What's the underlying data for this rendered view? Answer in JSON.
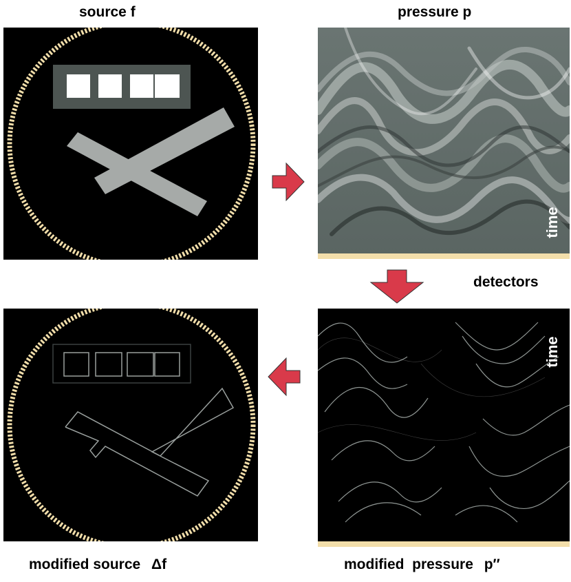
{
  "labels": {
    "source": "source f",
    "pressure": "pressure p",
    "detectors": "detectors",
    "time_top": "time",
    "time_bottom": "time",
    "modified_source": "modified source",
    "delta_f": "Δf",
    "modified_pressure": "modified  pressure",
    "p_double_prime": "p′′"
  },
  "colors": {
    "arrow": "#d93a4a",
    "detector_ring": "#f2deaa",
    "phantom_gray": "#a6aaa8",
    "box_gray": "#4d5552",
    "sinogram_bg": "#5b6663"
  }
}
